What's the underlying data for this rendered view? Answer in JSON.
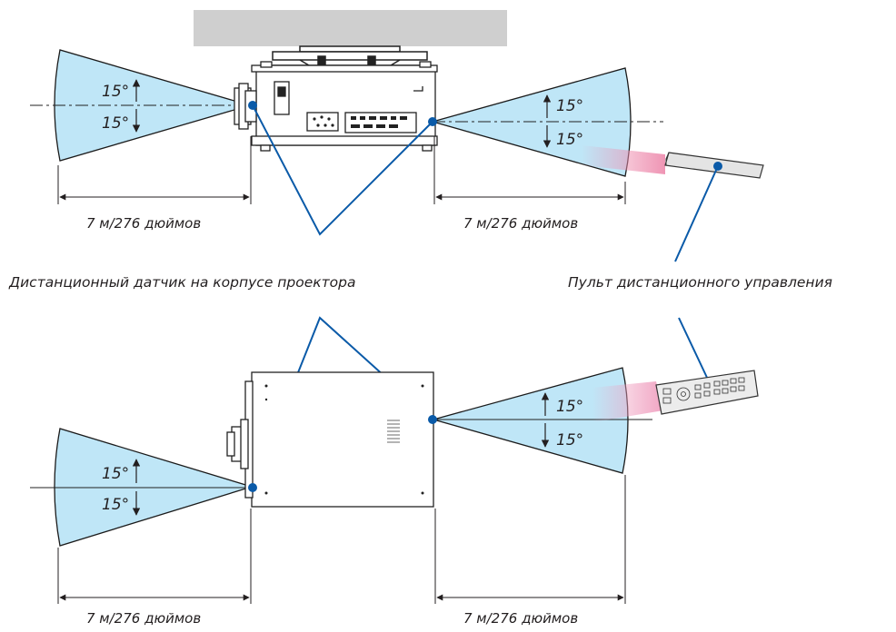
{
  "colors": {
    "cone_fill": "#bfe6f7",
    "cone_stroke": "#1b1b1b",
    "leader": "#0a5aa8",
    "ceiling": "#cfcfcf",
    "ir_beam": "#f2a5bd"
  },
  "labels": {
    "angle": "15°",
    "distance": "7 м/276 дюймов",
    "sensor_caption": "Дистанционный датчик на корпусе проектора",
    "remote_caption": "Пульт дистанционного управления"
  }
}
